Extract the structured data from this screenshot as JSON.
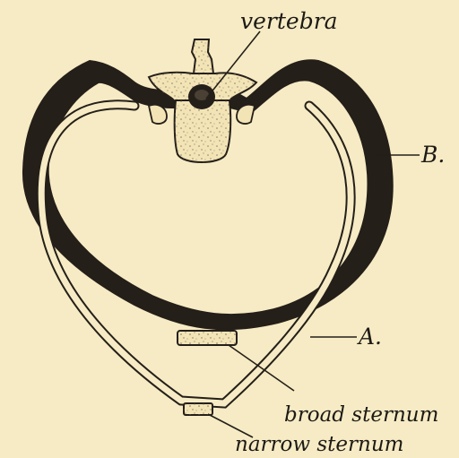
{
  "labels": {
    "vertebra": "vertebra",
    "B": "B.",
    "A": "A.",
    "broad_sternum": "broad sternum",
    "narrow_sternum": "narrow sternum"
  },
  "colors": {
    "background": "#f6ebc4",
    "ink": "#1d1a16",
    "bone_fill": "#f3e4b6"
  }
}
